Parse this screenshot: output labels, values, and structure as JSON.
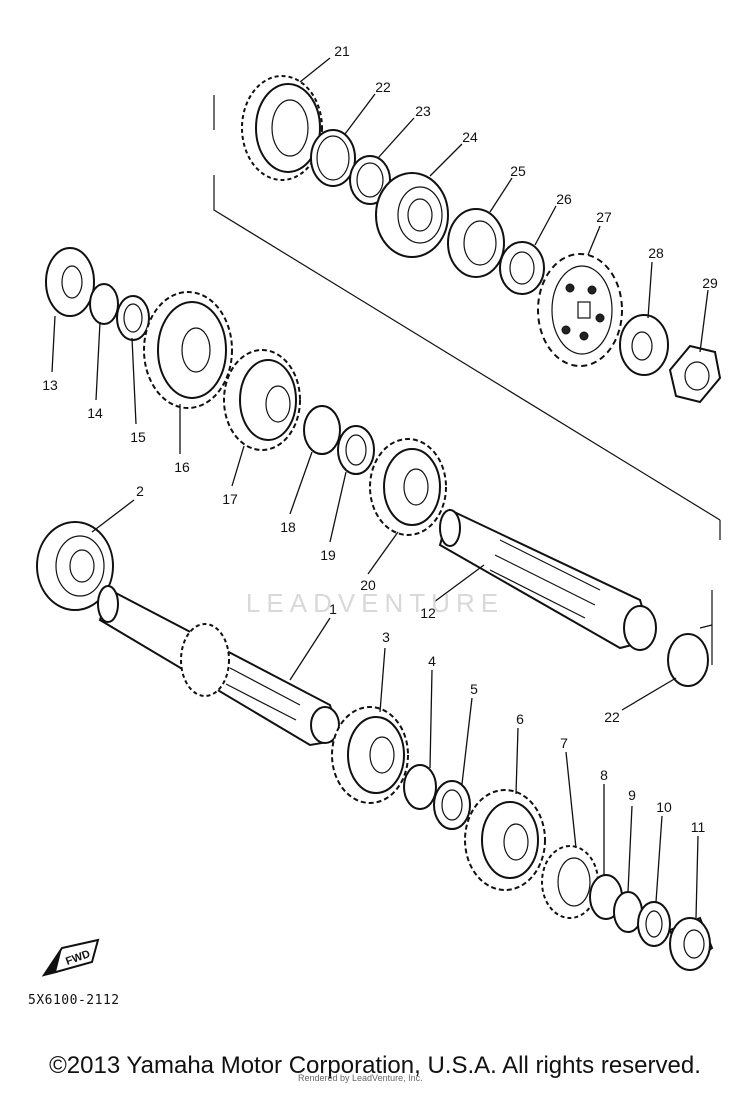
{
  "labels": {
    "p1": "1",
    "p2": "2",
    "p3": "3",
    "p4": "4",
    "p5": "5",
    "p6": "6",
    "p7": "7",
    "p8": "8",
    "p9": "9",
    "p10": "10",
    "p11": "11",
    "p12": "12",
    "p13": "13",
    "p14": "14",
    "p15": "15",
    "p16": "16",
    "p17": "17",
    "p18": "18",
    "p19": "19",
    "p20": "20",
    "p21": "21",
    "p22a": "22",
    "p22b": "22",
    "p23": "23",
    "p24": "24",
    "p25": "25",
    "p26": "26",
    "p27": "27",
    "p28": "28",
    "p29": "29"
  },
  "fwd_label": "FWD",
  "drawing_code": "5X6100-2112",
  "watermark": "LEADVENTURE",
  "copyright": "©2013 Yamaha Motor Corporation, U.S.A. All rights reserved.",
  "tiny_note": "Rendered by LeadVenture, Inc."
}
